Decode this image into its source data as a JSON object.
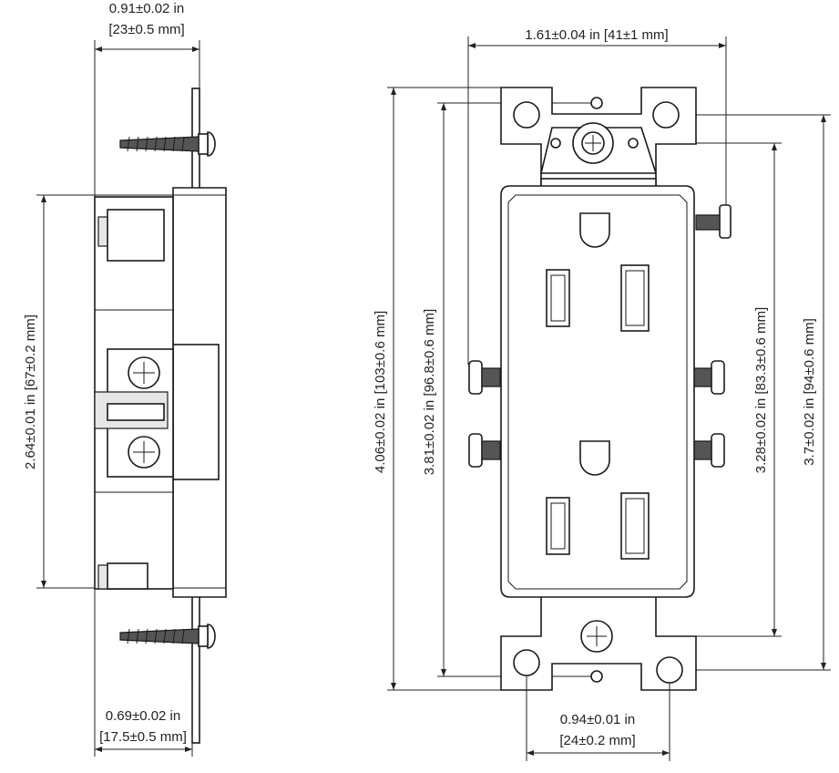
{
  "side_view": {
    "top_width": {
      "line1": "0.91±0.02 in",
      "line2": "[23±0.5 mm]"
    },
    "body_height": "2.64±0.01 in [67±0.2 mm]",
    "bottom_depth": {
      "line1": "0.69±0.02 in",
      "line2": "[17.5±0.5 mm]"
    }
  },
  "front_view": {
    "overall_width": "1.61±0.04 in [41±1 mm]",
    "overall_height": "4.06±0.02 in [103±0.6 mm]",
    "inner_height": "3.81±0.02 in [96.8±0.6 mm]",
    "screw_spacing": "3.28±0.02 in [83.3±0.6 mm]",
    "mount_hole_spacing": "3.7±0.02 in [94±0.6 mm]",
    "hole_center_width": {
      "line1": "0.94±0.01 in",
      "line2": "[24±0.2 mm]"
    }
  },
  "colors": {
    "line": "#222222",
    "fill": "#ffffff",
    "shade": "#e6e6e6"
  }
}
